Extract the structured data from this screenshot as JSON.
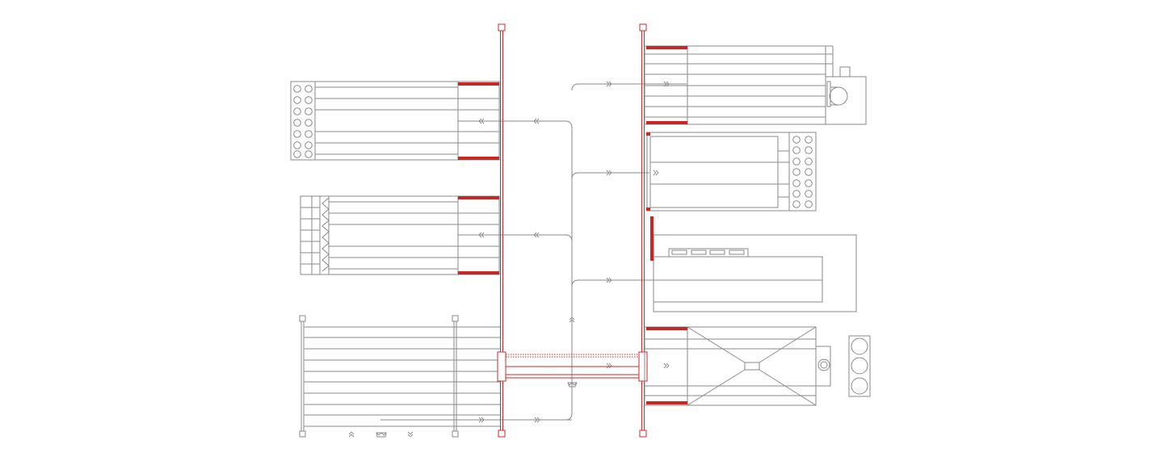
{
  "diagram": {
    "type": "hvac-schematic",
    "text_labels": [],
    "colors": {
      "line": "#8a8a8a",
      "accent": "#cf2a2a",
      "accent_bar": "#c62828",
      "background": "#ffffff"
    },
    "components": [
      {
        "name": "left-coil-unit-top",
        "icon": "fan-coil-grid"
      },
      {
        "name": "left-coil-unit-middle",
        "icon": "filter-bank"
      },
      {
        "name": "left-manifold-bank",
        "icon": "pipe-rack"
      },
      {
        "name": "right-fan-unit-top",
        "icon": "centrifugal-fan"
      },
      {
        "name": "right-coil-unit-second",
        "icon": "fan-coil-grid"
      },
      {
        "name": "right-chiller-unit",
        "icon": "chiller"
      },
      {
        "name": "right-ahu-unit",
        "icon": "air-handling-unit"
      },
      {
        "name": "triple-fan-block",
        "icon": "fan-array"
      }
    ]
  }
}
